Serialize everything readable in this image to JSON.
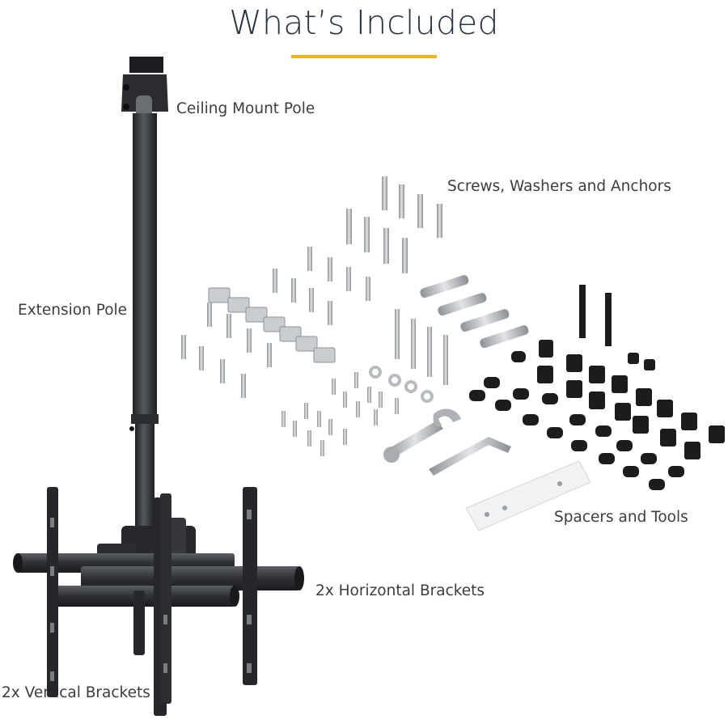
{
  "header": {
    "title": "What’s Included",
    "accent_color": "#f2b21a"
  },
  "labels": {
    "ceiling_mount_pole": "Ceiling Mount Pole",
    "screws_washers_anchors": "Screws, Washers and Anchors",
    "extension_pole": "Extension Pole",
    "spacers_and_tools": "Spacers and Tools",
    "horizontal_brackets": "2x Horizontal Brackets",
    "vertical_brackets": "2x Vertical Brackets"
  },
  "colors": {
    "metal_dark": "#2f3134",
    "hardware_silver": "#b8bcc0",
    "spacer_black": "#1c1c1e",
    "text": "#3a3d44"
  }
}
